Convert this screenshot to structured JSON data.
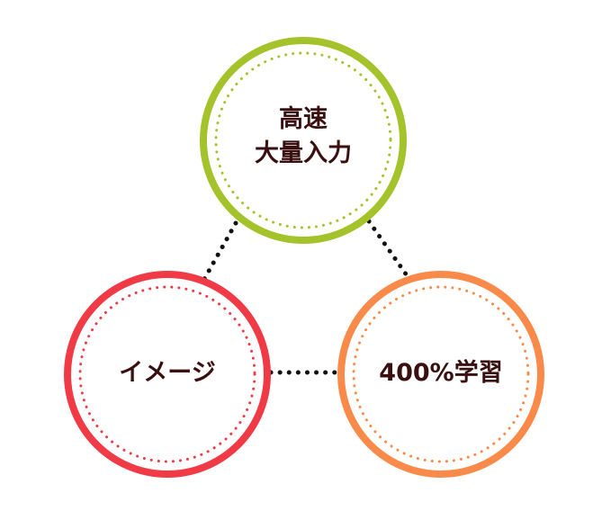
{
  "nodes": [
    {
      "id": "speed",
      "lines": [
        "高速",
        "大量入力"
      ],
      "color": "#a4c229"
    },
    {
      "id": "image",
      "lines": [
        "イメージ"
      ],
      "color": "#f03a46"
    },
    {
      "id": "learning",
      "lines": [
        "400%学習"
      ],
      "color": "#fa8a4a"
    }
  ],
  "connector_color": "#111111"
}
